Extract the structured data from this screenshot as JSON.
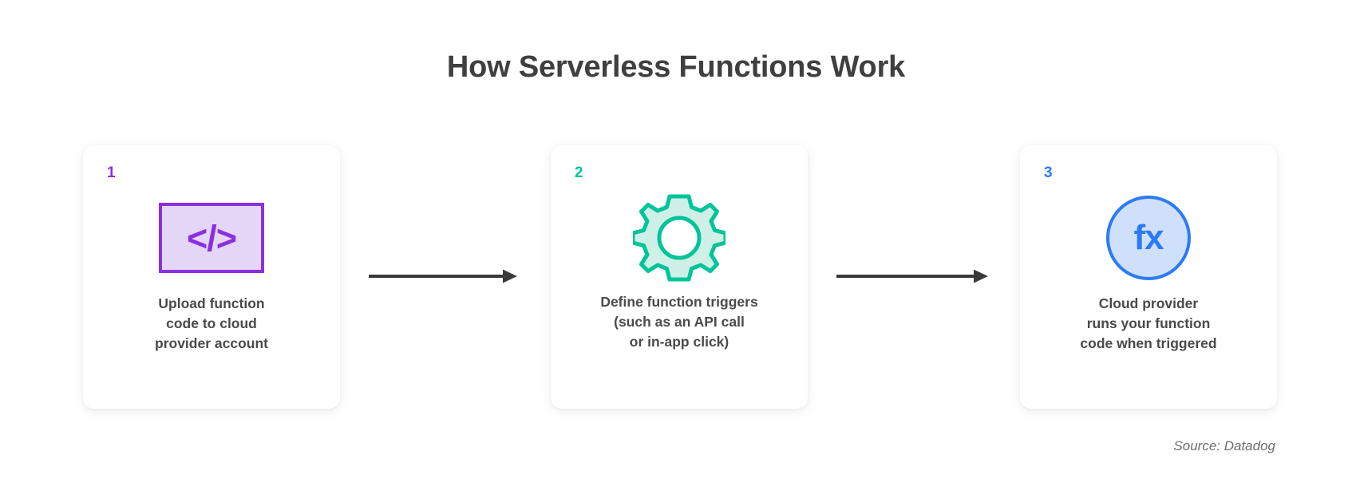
{
  "page": {
    "title": "How Serverless Functions Work",
    "background_color": "#ffffff",
    "source_note": "Source: Datadog"
  },
  "steps": [
    {
      "number": "1",
      "number_color": "#8b2fe0",
      "icon": "code-brackets-icon",
      "icon_glyph": "</>",
      "icon_stroke_color": "#8b2fe0",
      "icon_fill_color": "#e4d6f7",
      "lines": [
        "Upload function",
        "code to cloud",
        "provider account"
      ]
    },
    {
      "number": "2",
      "number_color": "#00c49a",
      "icon": "gear-icon",
      "icon_glyph": "",
      "icon_stroke_color": "#00c49a",
      "icon_fill_color": "#cff0e6",
      "lines": [
        "Define function triggers",
        "(such as an API call",
        "or in-app click)"
      ]
    },
    {
      "number": "3",
      "number_color": "#2c7bf5",
      "icon": "fx-circle-icon",
      "icon_glyph": "fx",
      "icon_stroke_color": "#2c7bf5",
      "icon_fill_color": "#cfe0fd",
      "lines": [
        "Cloud provider",
        "runs your function",
        "code when triggered"
      ]
    }
  ],
  "connectors": [
    {
      "name": "arrow-step1-to-step2",
      "color": "#3a3a3a"
    },
    {
      "name": "arrow-step2-to-step3",
      "color": "#3a3a3a"
    }
  ],
  "chart_data": {
    "type": "diagram",
    "title": "How Serverless Functions Work",
    "layout": "horizontal-3-step-flow",
    "steps": [
      {
        "index": 1,
        "label": "Upload function code to cloud provider account",
        "icon": "code-brackets",
        "accent": "#8b2fe0"
      },
      {
        "index": 2,
        "label": "Define function triggers (such as an API call or in-app click)",
        "icon": "gear",
        "accent": "#00c49a"
      },
      {
        "index": 3,
        "label": "Cloud provider runs your function code when triggered",
        "icon": "fx-circle",
        "accent": "#2c7bf5"
      }
    ],
    "connections": [
      {
        "from": 1,
        "to": 2,
        "style": "arrow"
      },
      {
        "from": 2,
        "to": 3,
        "style": "arrow"
      }
    ],
    "source": "Source: Datadog"
  }
}
